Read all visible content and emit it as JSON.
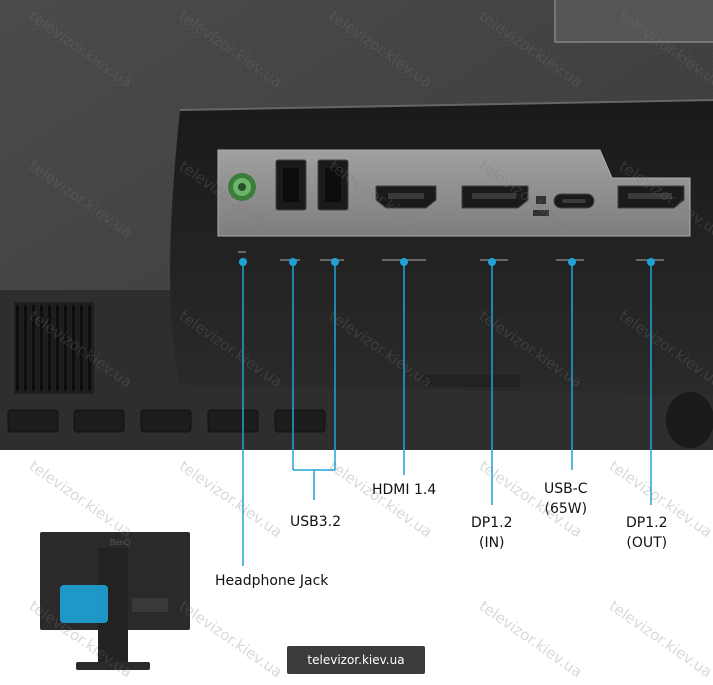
{
  "labels": {
    "headphone": "Headphone Jack",
    "usb": "USB3.2",
    "hdmi": "HDMI 1.4",
    "usbc_1": "USB-C",
    "usbc_2": "(65W)",
    "dp_in_1": "DP1.2",
    "dp_in_2": "(IN)",
    "dp_out_1": "DP1.2",
    "dp_out_2": "(OUT)"
  },
  "watermark": "televizor.kiev.ua",
  "badge": "televizor.kiev.ua",
  "brand": "BenQ",
  "colors": {
    "accent": "#1ea3d8",
    "housing": "#2e2e2e",
    "panel": "#8f8f8f",
    "jack": "#5aa05a"
  }
}
